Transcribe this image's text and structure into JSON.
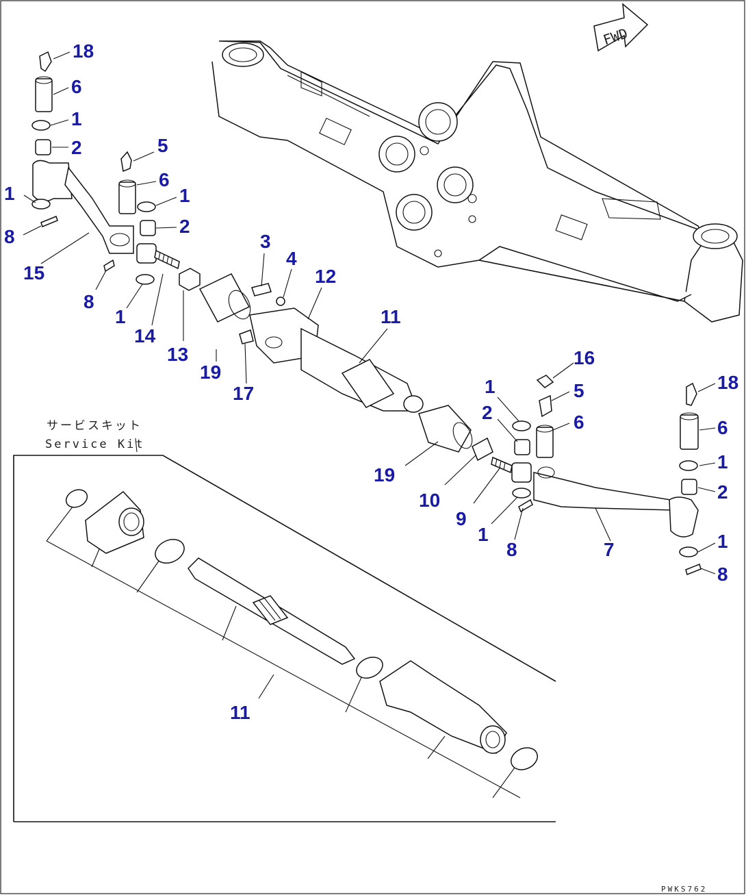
{
  "diagram": {
    "direction_label": "FWD",
    "service_kit": {
      "japanese": "サービスキット",
      "english": "Service Kit"
    },
    "drawing_code": "PWKS762",
    "callouts": [
      {
        "id": "c1",
        "text": "18"
      },
      {
        "id": "c2",
        "text": "6"
      },
      {
        "id": "c3",
        "text": "1"
      },
      {
        "id": "c4",
        "text": "2"
      },
      {
        "id": "c5",
        "text": "1"
      },
      {
        "id": "c6",
        "text": "8"
      },
      {
        "id": "c7",
        "text": "15"
      },
      {
        "id": "c8",
        "text": "5"
      },
      {
        "id": "c9",
        "text": "6"
      },
      {
        "id": "c10",
        "text": "1"
      },
      {
        "id": "c11",
        "text": "2"
      },
      {
        "id": "c12",
        "text": "8"
      },
      {
        "id": "c13",
        "text": "1"
      },
      {
        "id": "c14",
        "text": "14"
      },
      {
        "id": "c15",
        "text": "13"
      },
      {
        "id": "c16",
        "text": "19"
      },
      {
        "id": "c17",
        "text": "3"
      },
      {
        "id": "c18",
        "text": "4"
      },
      {
        "id": "c19",
        "text": "12"
      },
      {
        "id": "c20",
        "text": "17"
      },
      {
        "id": "c21",
        "text": "11"
      },
      {
        "id": "c22",
        "text": "16"
      },
      {
        "id": "c23",
        "text": "5"
      },
      {
        "id": "c24",
        "text": "6"
      },
      {
        "id": "c25",
        "text": "1"
      },
      {
        "id": "c26",
        "text": "2"
      },
      {
        "id": "c27",
        "text": "18"
      },
      {
        "id": "c28",
        "text": "6"
      },
      {
        "id": "c29",
        "text": "1"
      },
      {
        "id": "c30",
        "text": "2"
      },
      {
        "id": "c31",
        "text": "19"
      },
      {
        "id": "c32",
        "text": "10"
      },
      {
        "id": "c33",
        "text": "9"
      },
      {
        "id": "c34",
        "text": "1"
      },
      {
        "id": "c35",
        "text": "8"
      },
      {
        "id": "c36",
        "text": "7"
      },
      {
        "id": "c37",
        "text": "1"
      },
      {
        "id": "c38",
        "text": "8"
      },
      {
        "id": "c39",
        "text": "11"
      }
    ]
  }
}
